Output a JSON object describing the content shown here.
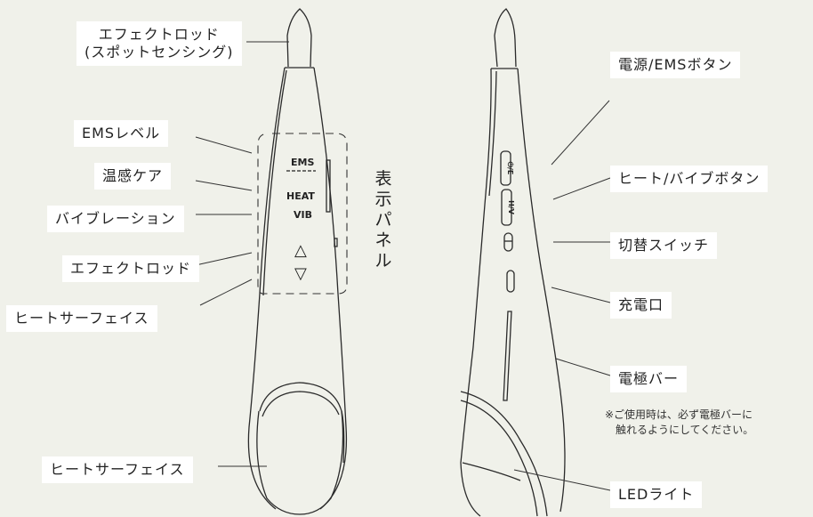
{
  "labels": {
    "effect_rod_top_line1": "エフェクトロッド",
    "effect_rod_top_line2": "(スポットセンシング)",
    "ems_level": "EMSレベル",
    "warm": "温感ケア",
    "vibration": "バイブレーション",
    "effect_rod": "エフェクトロッド",
    "heat_surface_upper": "ヒートサーフェイス",
    "heat_surface_lower": "ヒートサーフェイス",
    "display_panel": "表示パネル",
    "power_button": "電源/EMSボタン",
    "heat_vib_button": "ヒート/バイブボタン",
    "switch": "切替スイッチ",
    "charge_port": "充電口",
    "electrode_bar": "電極バー",
    "led_light": "LEDライト"
  },
  "note": {
    "line1": "※ご使用時は、必ず電極バーに",
    "line2": "触れるようにしてください。"
  },
  "panel": {
    "ems": "EMS",
    "heat": "HEAT",
    "vib": "VIB",
    "up": "△",
    "down": "▽"
  },
  "side_buttons": {
    "power": "⏻/E",
    "heat_vib": "H/V"
  },
  "colors": {
    "background": "#f0f1ea",
    "label_box": "#ffffff",
    "outline": "#2a2a2a"
  }
}
